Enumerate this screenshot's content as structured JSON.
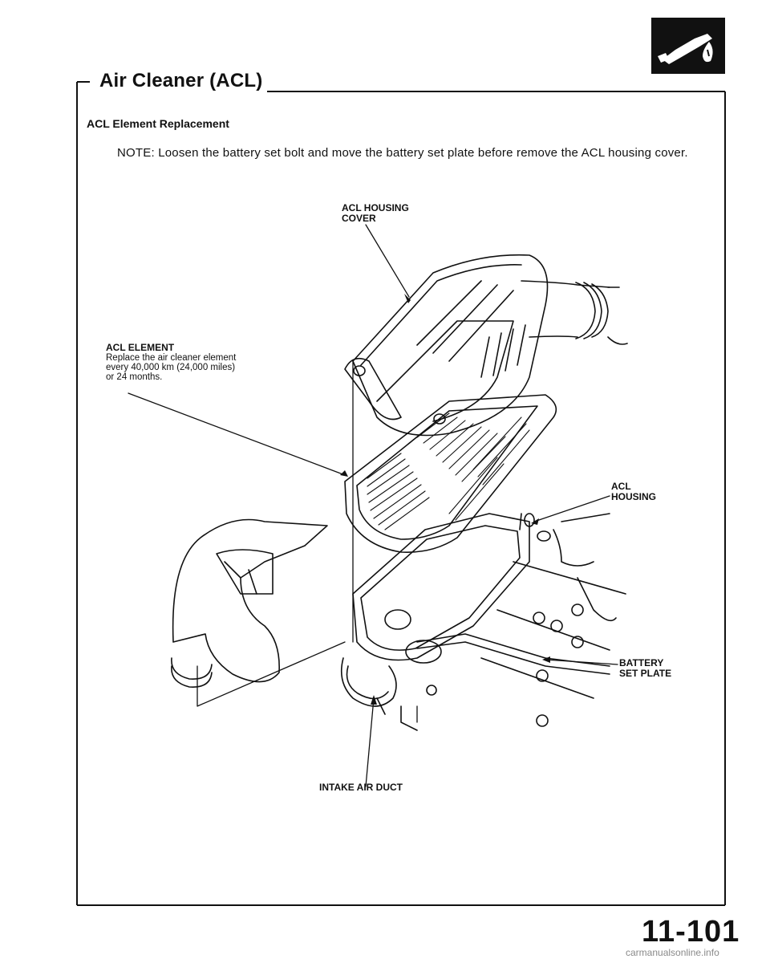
{
  "header": {
    "title": "Air Cleaner (ACL)",
    "section_icon": "fuel-nozzle-icon"
  },
  "content": {
    "subtitle": "ACL Element Replacement",
    "note": "NOTE: Loosen the battery set bolt and move the battery set plate before remove the ACL housing cover."
  },
  "figure": {
    "callouts": {
      "housing_cover_line1": "ACL HOUSING",
      "housing_cover_line2": "COVER",
      "element_label": "ACL ELEMENT",
      "element_desc_line1": "Replace the air cleaner element",
      "element_desc_line2": "every 40,000 km (24,000 miles)",
      "element_desc_line3": "or 24 months.",
      "housing_line1": "ACL",
      "housing_line2": "HOUSING",
      "battery_line1": "BATTERY",
      "battery_line2": "SET PLATE",
      "intake_duct": "INTAKE AIR DUCT"
    }
  },
  "footer": {
    "page_number": "11-101",
    "watermark": "carmanualsonline.info"
  }
}
